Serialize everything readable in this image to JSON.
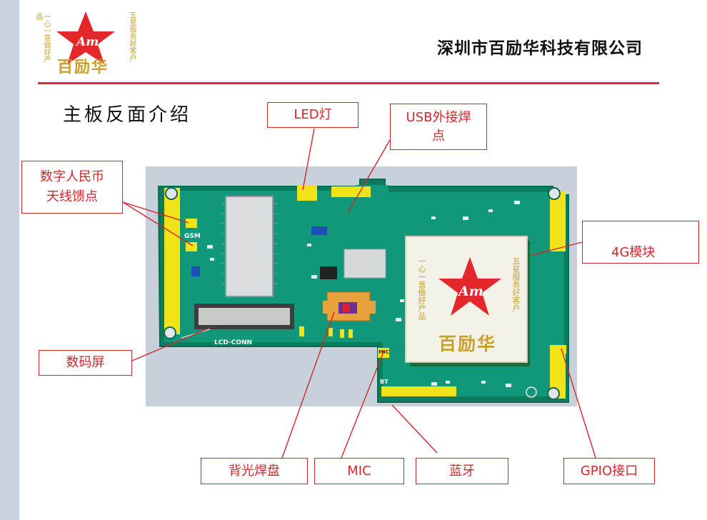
{
  "logo": {
    "left_text": "一心一意做好产品",
    "right_text": "五星服务好客户",
    "name": "百励华",
    "emblem": "Am"
  },
  "header": {
    "company": "深圳市百励华科技有限公司",
    "accent_color": "#e3272b"
  },
  "slide": {
    "title": "主板反面介绍"
  },
  "board": {
    "silk_gsm": "GSM",
    "silk_lcd": "LCD-CONN",
    "silk_bt": "BT",
    "silk_mic": "MIC",
    "module": {
      "left_text": "一心一意做好产品",
      "right_text": "五星服务好客户",
      "name": "百励华",
      "emblem": "Am"
    }
  },
  "callouts": {
    "led": "LED灯",
    "usb_line1": "USB外接焊",
    "usb_line2": "点",
    "antenna_line1": "数字人民币",
    "antenna_line2": "天线馈点",
    "module_4g": "4G模块",
    "lcd": "数码屏",
    "backlight": "背光焊盘",
    "mic": "MIC",
    "bluetooth": "蓝牙",
    "gpio": "GPIO接口"
  }
}
